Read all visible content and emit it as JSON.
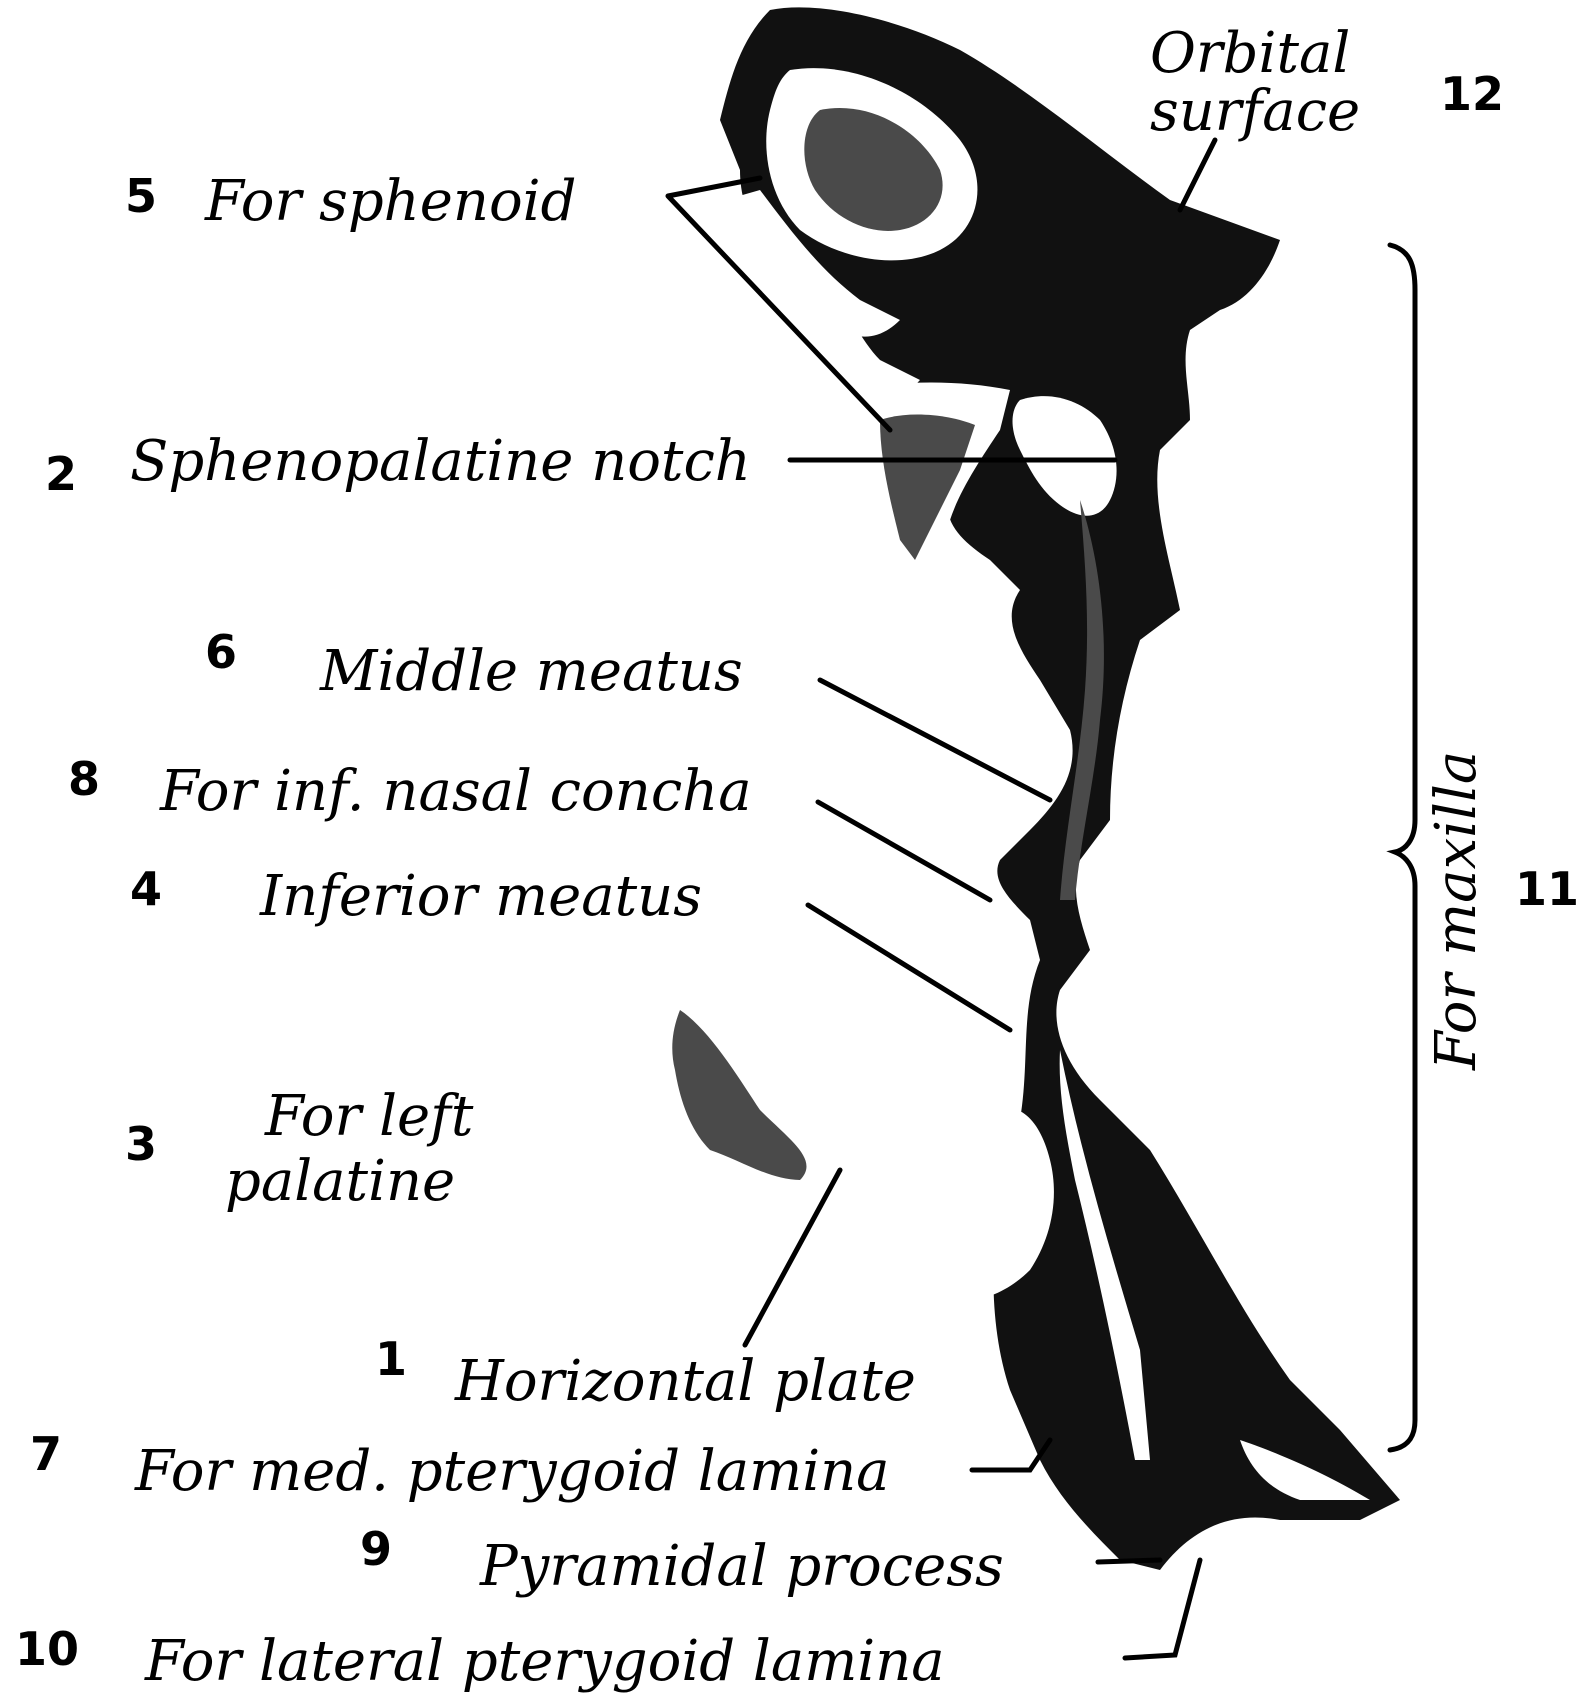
{
  "figure": {
    "labels": {
      "orbital_surface": [
        "Orbital",
        "surface"
      ],
      "for_sphenoid": "For sphenoid",
      "sphenopalatine_notch": "Sphenopalatine notch",
      "middle_meatus": "Middle meatus",
      "for_inf_nasal_concha": "For inf. nasal concha",
      "inferior_meatus": "Inferior meatus",
      "for_left_palatine": [
        "For left",
        "palatine"
      ],
      "horizontal_plate": "Horizontal plate",
      "for_med_pterygoid_lamina": "For med. pterygoid lamina",
      "pyramidal_process": "Pyramidal process",
      "for_lateral_pterygoid_lamina": "For lateral pterygoid lamina",
      "for_maxilla": "For maxilla"
    },
    "markers": {
      "orbital_surface": "12",
      "for_sphenoid": "5",
      "sphenopalatine_notch": "2",
      "middle_meatus": "6",
      "for_inf_nasal_concha": "8",
      "inferior_meatus": "4",
      "for_left_palatine": "3",
      "horizontal_plate": "1",
      "for_med_pterygoid_lamina": "7",
      "pyramidal_process": "9",
      "for_lateral_pterygoid_lamina": "10",
      "for_maxilla": "11"
    }
  }
}
